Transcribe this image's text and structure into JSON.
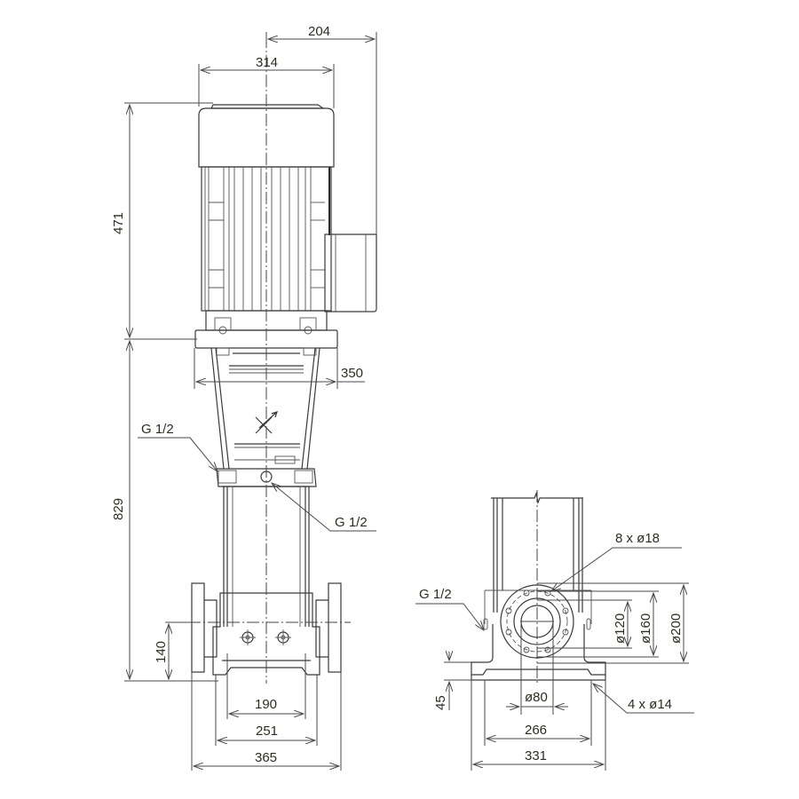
{
  "drawing": {
    "type": "dimensional-drawing",
    "subject": "vertical multistage centrifugal pump",
    "views": [
      {
        "name": "front-view",
        "dimensions": {
          "motor_width": "314",
          "motor_terminal_box_offset": "204",
          "motor_height": "471",
          "pump_height": "829",
          "adapter_width": "350",
          "inlet_outlet_height": "140",
          "base_inner_width": "190",
          "base_width": "251",
          "flange_to_flange": "365"
        },
        "callouts": {
          "vent_plug_left": "G 1/2",
          "vent_plug_right": "G 1/2"
        }
      },
      {
        "name": "side-view",
        "dimensions": {
          "bolt_circle_inner": "ø120",
          "bolt_circle": "ø160",
          "flange_diameter": "ø200",
          "base_height": "45",
          "bore_diameter": "ø80",
          "base_hole_spacing": "266",
          "base_length": "331"
        },
        "callouts": {
          "flange_holes": "8 x ø18",
          "drain_plug": "G 1/2",
          "base_holes": "4 x ø14"
        }
      }
    ]
  },
  "colors": {
    "line": "#3a3a3a",
    "text": "#2d2d1e",
    "background": "#ffffff"
  }
}
